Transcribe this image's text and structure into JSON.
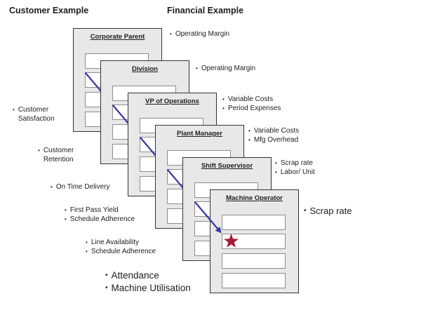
{
  "headers": {
    "customer": "Customer Example",
    "financial": "Financial Example"
  },
  "cards": [
    {
      "title": "Corporate Parent"
    },
    {
      "title": "Division"
    },
    {
      "title": "VP of Operations"
    },
    {
      "title": "Plant Manager"
    },
    {
      "title": "Shift Supervisor"
    },
    {
      "title": "Machine Operator"
    }
  ],
  "customer_labels": [
    {
      "items": [
        "Customer Satisfaction"
      ]
    },
    {
      "items": [
        "Customer Retention"
      ]
    },
    {
      "items": [
        "On Time Delivery"
      ]
    },
    {
      "items": [
        "First Pass Yield",
        "Schedule Adherence"
      ]
    },
    {
      "items": [
        "Line Availability",
        "Schedule Adherence"
      ]
    },
    {
      "items": [
        "Attendance",
        "Machine Utilisation"
      ]
    }
  ],
  "financial_labels": [
    {
      "items": [
        "Operating Margin"
      ]
    },
    {
      "items": [
        "Operating Margin"
      ]
    },
    {
      "items": [
        "Variable Costs",
        "Period Expenses"
      ]
    },
    {
      "items": [
        "Variable Costs",
        "Mfg Overhead"
      ]
    },
    {
      "items": [
        "Scrap rate",
        "Labor/ Unit"
      ]
    },
    {
      "items": [
        "Scrap rate"
      ]
    }
  ],
  "icons": {
    "bullet": "•",
    "star": "★"
  },
  "colors": {
    "arrow": "#3737A8",
    "star": "#A21D35",
    "card_bg": "#E8E8E8",
    "card_border": "#333333",
    "box_border": "#8C8C8C"
  }
}
